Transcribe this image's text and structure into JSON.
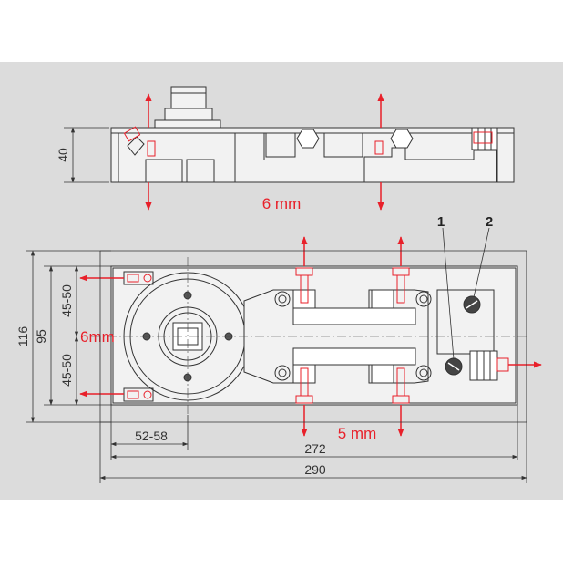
{
  "colors": {
    "background": "#dcdcdc",
    "line": "#333333",
    "accent": "#e8202a",
    "part_fill": "#f2f2f2"
  },
  "side_view": {
    "height_label": "40",
    "adjustment_label": "6 mm"
  },
  "top_view": {
    "outer_height_label": "116",
    "inner_height_label": "95",
    "upper_offset_label": "45-50",
    "lower_offset_label": "45-50",
    "left_adjustment_label": "6mm",
    "bottom_adjustment_label": "5 mm",
    "callout_1": "1",
    "callout_2": "2",
    "spindle_offset_label": "52-58",
    "inner_length_label": "272",
    "outer_length_label": "290"
  }
}
